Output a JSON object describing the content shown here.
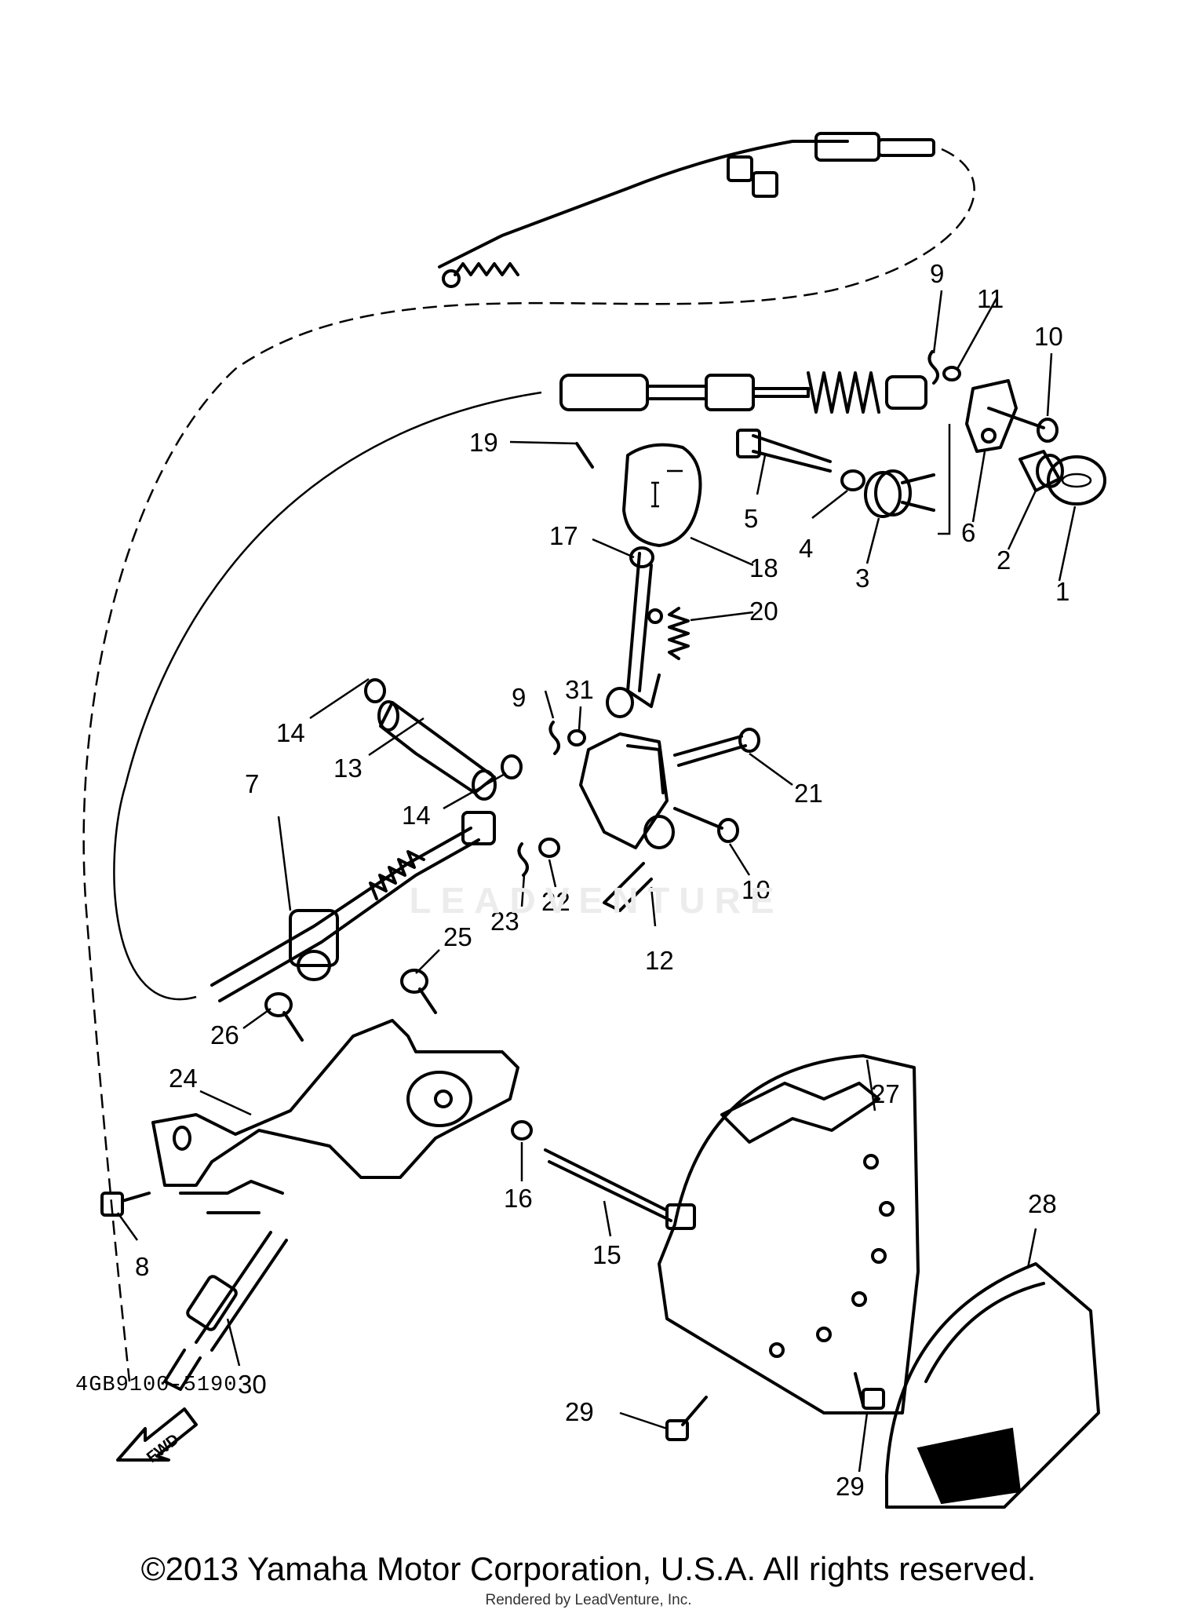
{
  "drawing_code": "4GB9100-5190",
  "fwd_label": "FWD",
  "watermark": "LEADVENTURE",
  "copyright": "©2013 Yamaha Motor Corporation, U.S.A. All rights reserved.",
  "rendered_by": "Rendered by LeadVenture, Inc.",
  "callouts": [
    "1",
    "2",
    "3",
    "4",
    "5",
    "6",
    "7",
    "8",
    "9",
    "9",
    "10",
    "10",
    "11",
    "12",
    "13",
    "14",
    "14",
    "15",
    "16",
    "17",
    "18",
    "19",
    "20",
    "21",
    "22",
    "23",
    "24",
    "25",
    "26",
    "27",
    "28",
    "29",
    "29",
    "30",
    "31"
  ]
}
